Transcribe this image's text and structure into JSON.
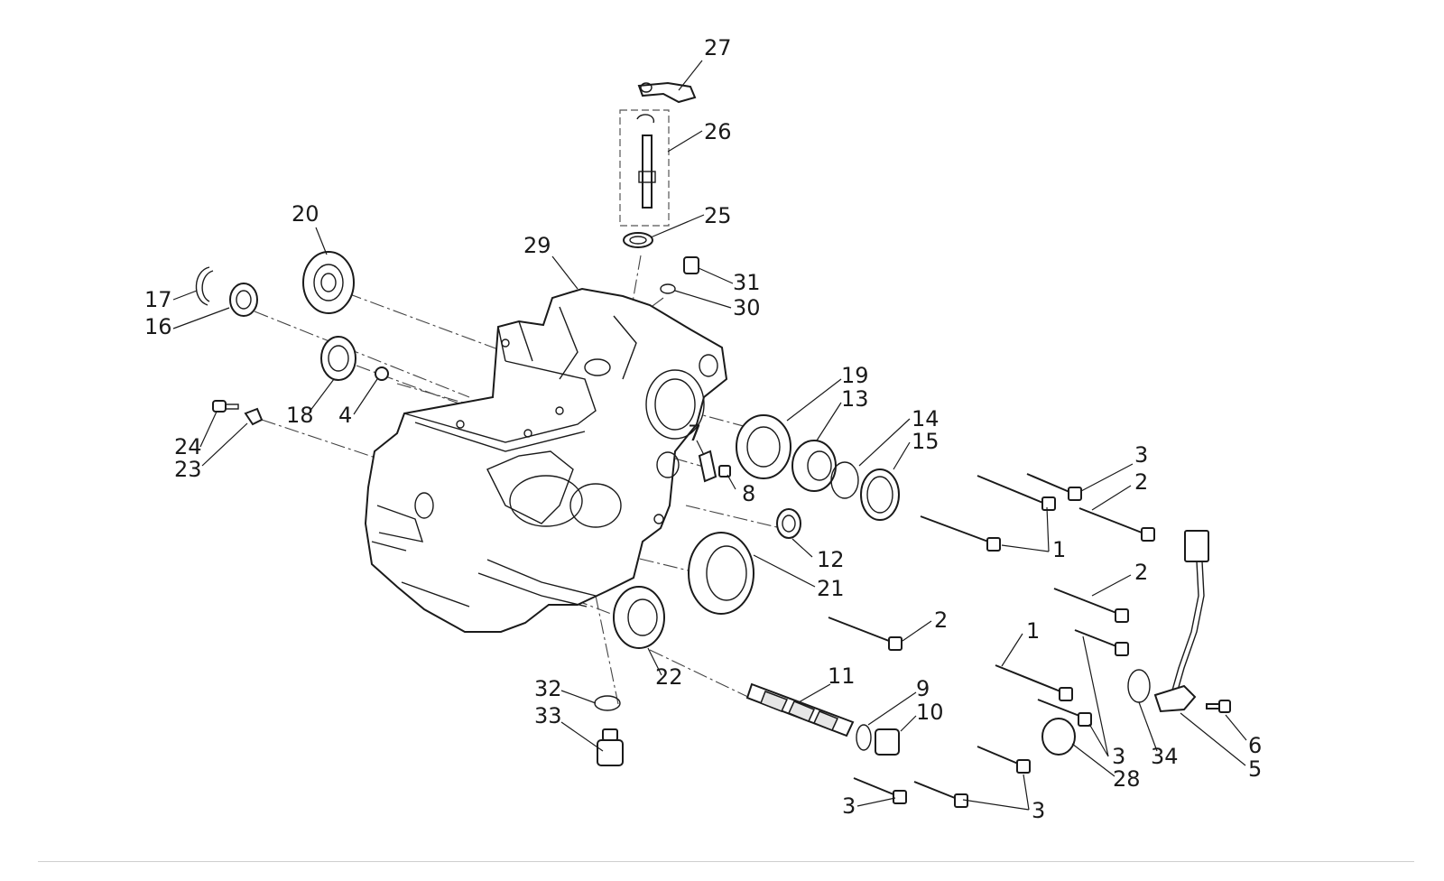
{
  "callouts": [
    {
      "id": "c27a",
      "text": "27"
    },
    {
      "id": "c26a",
      "text": "26"
    },
    {
      "id": "c25a",
      "text": "25"
    },
    {
      "id": "c29a",
      "text": "29"
    },
    {
      "id": "c20a",
      "text": "20"
    },
    {
      "id": "c31a",
      "text": "31"
    },
    {
      "id": "c30a",
      "text": "30"
    },
    {
      "id": "c17a",
      "text": "17"
    },
    {
      "id": "c16a",
      "text": "16"
    },
    {
      "id": "c18a",
      "text": "18"
    },
    {
      "id": "c4a",
      "text": "4"
    },
    {
      "id": "c24a",
      "text": "24"
    },
    {
      "id": "c23a",
      "text": "23"
    },
    {
      "id": "c19a",
      "text": "19"
    },
    {
      "id": "c13a",
      "text": "13"
    },
    {
      "id": "c14a",
      "text": "14"
    },
    {
      "id": "c15a",
      "text": "15"
    },
    {
      "id": "c7a",
      "text": "7"
    },
    {
      "id": "c8a",
      "text": "8"
    },
    {
      "id": "c12a",
      "text": "12"
    },
    {
      "id": "c21a",
      "text": "21"
    },
    {
      "id": "c22a",
      "text": "22"
    },
    {
      "id": "c11a",
      "text": "11"
    },
    {
      "id": "c9a",
      "text": "9"
    },
    {
      "id": "c10a",
      "text": "10"
    },
    {
      "id": "c32a",
      "text": "32"
    },
    {
      "id": "c33a",
      "text": "33"
    },
    {
      "id": "c3a",
      "text": "3"
    },
    {
      "id": "c2a",
      "text": "2"
    },
    {
      "id": "c1a",
      "text": "1"
    },
    {
      "id": "c2b",
      "text": "2"
    },
    {
      "id": "c2c",
      "text": "2"
    },
    {
      "id": "c1b",
      "text": "1"
    },
    {
      "id": "c3b",
      "text": "3"
    },
    {
      "id": "c34a",
      "text": "34"
    },
    {
      "id": "c28a",
      "text": "28"
    },
    {
      "id": "c6a",
      "text": "6"
    },
    {
      "id": "c5a",
      "text": "5"
    },
    {
      "id": "c3c",
      "text": "3"
    },
    {
      "id": "c3d",
      "text": "3"
    }
  ]
}
